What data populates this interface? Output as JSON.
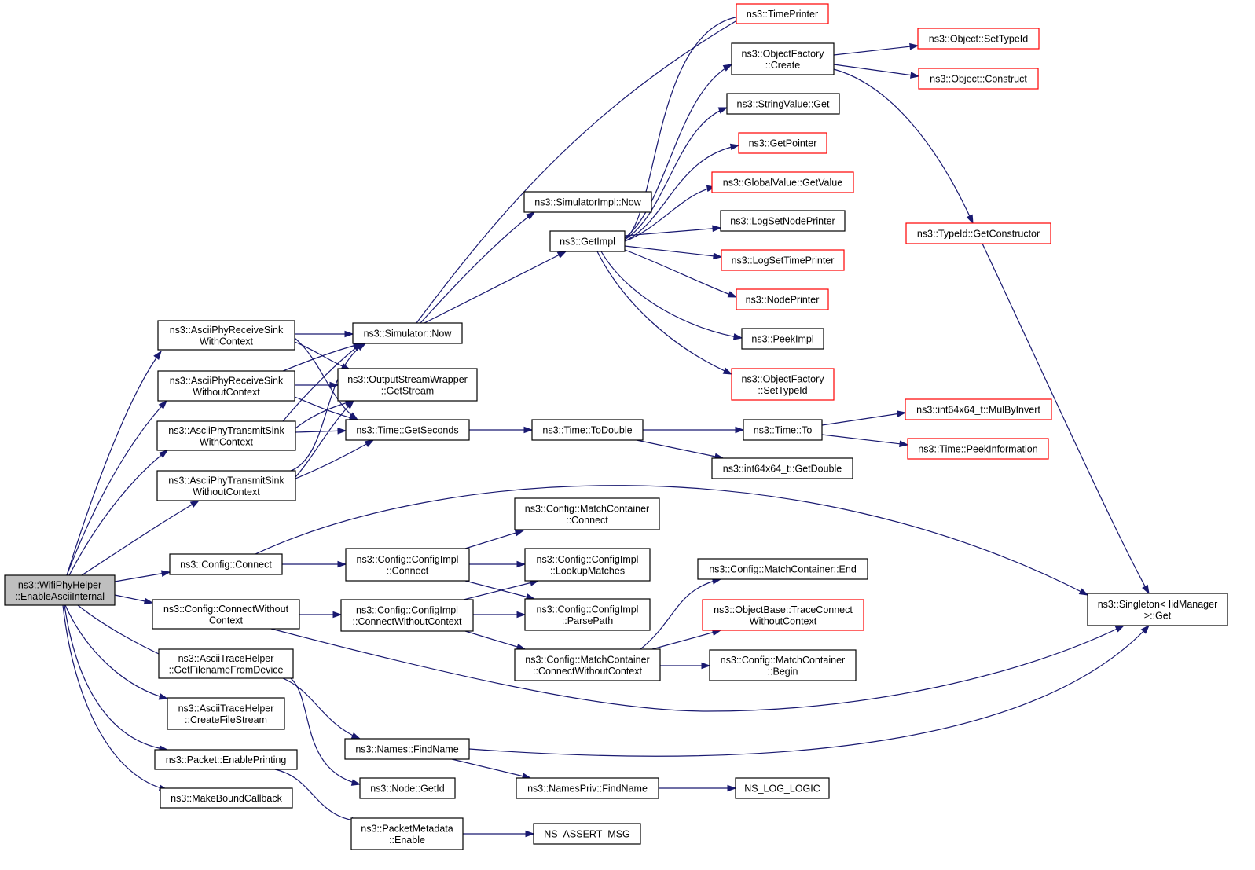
{
  "graph": {
    "nodes": [
      {
        "id": "root",
        "lines": [
          "ns3::WifiPhyHelper",
          "::EnableAsciiInternal"
        ],
        "style": "root"
      },
      {
        "id": "rsw",
        "lines": [
          "ns3::AsciiPhyReceiveSink",
          "WithContext"
        ],
        "style": "normal"
      },
      {
        "id": "rswo",
        "lines": [
          "ns3::AsciiPhyReceiveSink",
          "WithoutContext"
        ],
        "style": "normal"
      },
      {
        "id": "tsw",
        "lines": [
          "ns3::AsciiPhyTransmitSink",
          "WithContext"
        ],
        "style": "normal"
      },
      {
        "id": "tswo",
        "lines": [
          "ns3::AsciiPhyTransmitSink",
          "WithoutContext"
        ],
        "style": "normal"
      },
      {
        "id": "cfgconn",
        "lines": [
          "ns3::Config::Connect"
        ],
        "style": "normal"
      },
      {
        "id": "cfgconnwo",
        "lines": [
          "ns3::Config::ConnectWithout",
          "Context"
        ],
        "style": "normal"
      },
      {
        "id": "ath_fn",
        "lines": [
          "ns3::AsciiTraceHelper",
          "::GetFilenameFromDevice"
        ],
        "style": "normal"
      },
      {
        "id": "ath_cfs",
        "lines": [
          "ns3::AsciiTraceHelper",
          "::CreateFileStream"
        ],
        "style": "normal"
      },
      {
        "id": "pkt_ep",
        "lines": [
          "ns3::Packet::EnablePrinting"
        ],
        "style": "normal"
      },
      {
        "id": "mbc",
        "lines": [
          "ns3::MakeBoundCallback"
        ],
        "style": "normal"
      },
      {
        "id": "simnow",
        "lines": [
          "ns3::Simulator::Now"
        ],
        "style": "normal"
      },
      {
        "id": "osw",
        "lines": [
          "ns3::OutputStreamWrapper",
          "::GetStream"
        ],
        "style": "normal"
      },
      {
        "id": "getsec",
        "lines": [
          "ns3::Time::GetSeconds"
        ],
        "style": "normal"
      },
      {
        "id": "cic",
        "lines": [
          "ns3::Config::ConfigImpl",
          "::Connect"
        ],
        "style": "normal"
      },
      {
        "id": "cicwo",
        "lines": [
          "ns3::Config::ConfigImpl",
          "::ConnectWithoutContext"
        ],
        "style": "normal"
      },
      {
        "id": "findname",
        "lines": [
          "ns3::Names::FindName"
        ],
        "style": "normal"
      },
      {
        "id": "nodeid",
        "lines": [
          "ns3::Node::GetId"
        ],
        "style": "normal"
      },
      {
        "id": "pmenable",
        "lines": [
          "ns3::PacketMetadata",
          "::Enable"
        ],
        "style": "normal"
      },
      {
        "id": "simimplnow",
        "lines": [
          "ns3::SimulatorImpl::Now"
        ],
        "style": "normal"
      },
      {
        "id": "getimpl",
        "lines": [
          "ns3::GetImpl"
        ],
        "style": "normal"
      },
      {
        "id": "todouble",
        "lines": [
          "ns3::Time::ToDouble"
        ],
        "style": "normal"
      },
      {
        "id": "mc_connect",
        "lines": [
          "ns3::Config::MatchContainer",
          "::Connect"
        ],
        "style": "normal"
      },
      {
        "id": "lookup",
        "lines": [
          "ns3::Config::ConfigImpl",
          "::LookupMatches"
        ],
        "style": "normal"
      },
      {
        "id": "parsepath",
        "lines": [
          "ns3::Config::ConfigImpl",
          "::ParsePath"
        ],
        "style": "normal"
      },
      {
        "id": "mc_cwo",
        "lines": [
          "ns3::Config::MatchContainer",
          "::ConnectWithoutContext"
        ],
        "style": "normal"
      },
      {
        "id": "npfind",
        "lines": [
          "ns3::NamesPriv::FindName"
        ],
        "style": "normal"
      },
      {
        "id": "assertmsg",
        "lines": [
          "NS_ASSERT_MSG"
        ],
        "style": "normal"
      },
      {
        "id": "timeprinter",
        "lines": [
          "ns3::TimePrinter"
        ],
        "style": "red"
      },
      {
        "id": "ofcreate",
        "lines": [
          "ns3::ObjectFactory",
          "::Create"
        ],
        "style": "normal"
      },
      {
        "id": "svget",
        "lines": [
          "ns3::StringValue::Get"
        ],
        "style": "normal"
      },
      {
        "id": "getpointer",
        "lines": [
          "ns3::GetPointer"
        ],
        "style": "red"
      },
      {
        "id": "gvgetvalue",
        "lines": [
          "ns3::GlobalValue::GetValue"
        ],
        "style": "red"
      },
      {
        "id": "lognodeprinter",
        "lines": [
          "ns3::LogSetNodePrinter"
        ],
        "style": "normal"
      },
      {
        "id": "logtimeprinter",
        "lines": [
          "ns3::LogSetTimePrinter"
        ],
        "style": "red"
      },
      {
        "id": "nodeprinter",
        "lines": [
          "ns3::NodePrinter"
        ],
        "style": "red"
      },
      {
        "id": "peekimpl",
        "lines": [
          "ns3::PeekImpl"
        ],
        "style": "normal"
      },
      {
        "id": "ofsettypeid",
        "lines": [
          "ns3::ObjectFactory",
          "::SetTypeId"
        ],
        "style": "red"
      },
      {
        "id": "timeto",
        "lines": [
          "ns3::Time::To"
        ],
        "style": "normal"
      },
      {
        "id": "i64getdouble",
        "lines": [
          "ns3::int64x64_t::GetDouble"
        ],
        "style": "normal"
      },
      {
        "id": "mc_end",
        "lines": [
          "ns3::Config::MatchContainer::End"
        ],
        "style": "normal"
      },
      {
        "id": "tracecwo",
        "lines": [
          "ns3::ObjectBase::TraceConnect",
          "WithoutContext"
        ],
        "style": "red"
      },
      {
        "id": "mc_begin",
        "lines": [
          "ns3::Config::MatchContainer",
          "::Begin"
        ],
        "style": "normal"
      },
      {
        "id": "nslog",
        "lines": [
          "NS_LOG_LOGIC"
        ],
        "style": "normal"
      },
      {
        "id": "objsettypeid",
        "lines": [
          "ns3::Object::SetTypeId"
        ],
        "style": "red"
      },
      {
        "id": "objconstruct",
        "lines": [
          "ns3::Object::Construct"
        ],
        "style": "red"
      },
      {
        "id": "getconstructor",
        "lines": [
          "ns3::TypeId::GetConstructor"
        ],
        "style": "red"
      },
      {
        "id": "mulbyinvert",
        "lines": [
          "ns3::int64x64_t::MulByInvert"
        ],
        "style": "red"
      },
      {
        "id": "peekinfo",
        "lines": [
          "ns3::Time::PeekInformation"
        ],
        "style": "red"
      },
      {
        "id": "singleton",
        "lines": [
          "ns3::Singleton< IidManager",
          ">::Get"
        ],
        "style": "normal"
      }
    ]
  }
}
